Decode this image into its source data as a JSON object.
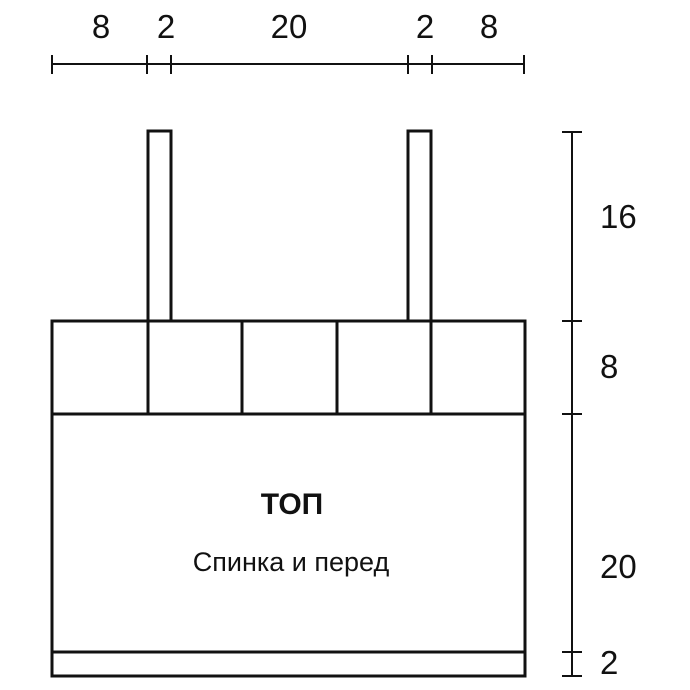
{
  "pattern": {
    "title": "ТОП",
    "subtitle": "Спинка и перед"
  },
  "top_dimensions": [
    "8",
    "2",
    "20",
    "2",
    "8"
  ],
  "side_dimensions": [
    "16",
    "8",
    "20",
    "2"
  ],
  "colors": {
    "line": "#111111",
    "background": "#ffffff"
  }
}
